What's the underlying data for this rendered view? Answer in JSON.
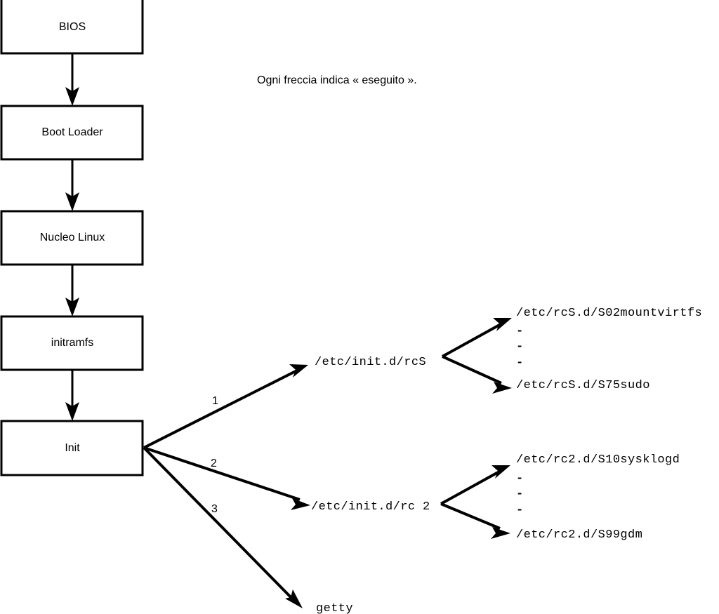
{
  "caption": {
    "text": "Ogni freccia indica « eseguito »."
  },
  "boxes": [
    {
      "id": "bios",
      "label": "BIOS"
    },
    {
      "id": "boot-loader",
      "label": "Boot Loader"
    },
    {
      "id": "kernel",
      "label": "Nucleo Linux"
    },
    {
      "id": "initramfs",
      "label": "initramfs"
    },
    {
      "id": "init",
      "label": "Init"
    }
  ],
  "init_branches": [
    {
      "number": "1",
      "target": "/etc/init.d/rcS"
    },
    {
      "number": "2",
      "target": "/etc/init.d/rc 2"
    },
    {
      "number": "3",
      "target": "getty"
    }
  ],
  "rcs_scripts": {
    "first": "/etc/rcS.d/S02mountvirtfs",
    "ellipsis": [
      "-",
      "-",
      "-"
    ],
    "last": "/etc/rcS.d/S75sudo"
  },
  "rc2_scripts": {
    "first": "/etc/rc2.d/S10sysklogd",
    "ellipsis": [
      "-",
      "-",
      "-"
    ],
    "last": "/etc/rc2.d/S99gdm"
  },
  "colors": {
    "stroke": "#000000",
    "fill": "#ffffff",
    "background": "#ffffff"
  }
}
